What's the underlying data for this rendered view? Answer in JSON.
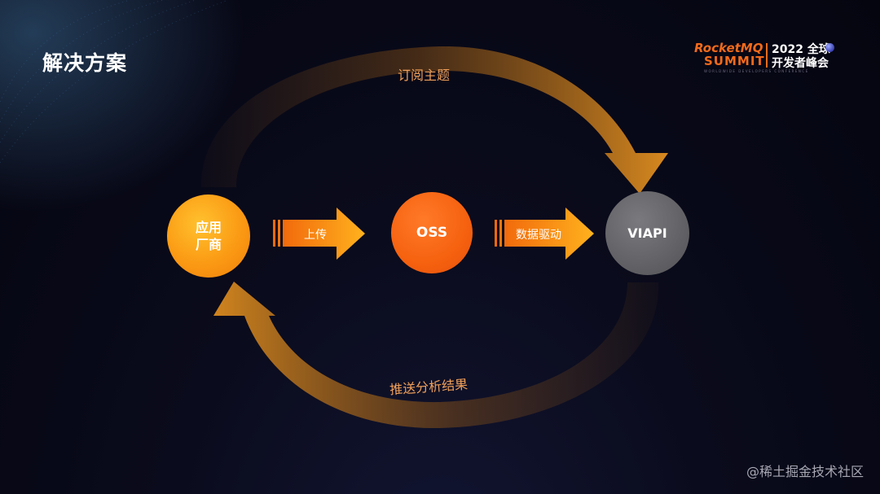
{
  "slide": {
    "title": "解决方案",
    "logo": {
      "brand_line1": "RocketMQ",
      "brand_line2": "SUMMIT",
      "year": "2022 全球",
      "event": "开发者峰会",
      "tagline": "WORLDWIDE DEVELOPERS CONFERENCE"
    }
  },
  "diagram": {
    "nodes": {
      "app_line1": "应用",
      "app_line2": "厂商",
      "oss": "OSS",
      "viapi": "VIAPI"
    },
    "arrows": {
      "upload": "上传",
      "data_driven": "数据驱动"
    },
    "loops": {
      "subscribe": "订阅主题",
      "push_results": "推送分析结果"
    },
    "colors": {
      "app": "#fb9a14",
      "oss": "#f5610f",
      "viapi": "#5e5e62",
      "loop_arrow": "#c77b22"
    }
  },
  "watermark": "@稀土掘金技术社区"
}
